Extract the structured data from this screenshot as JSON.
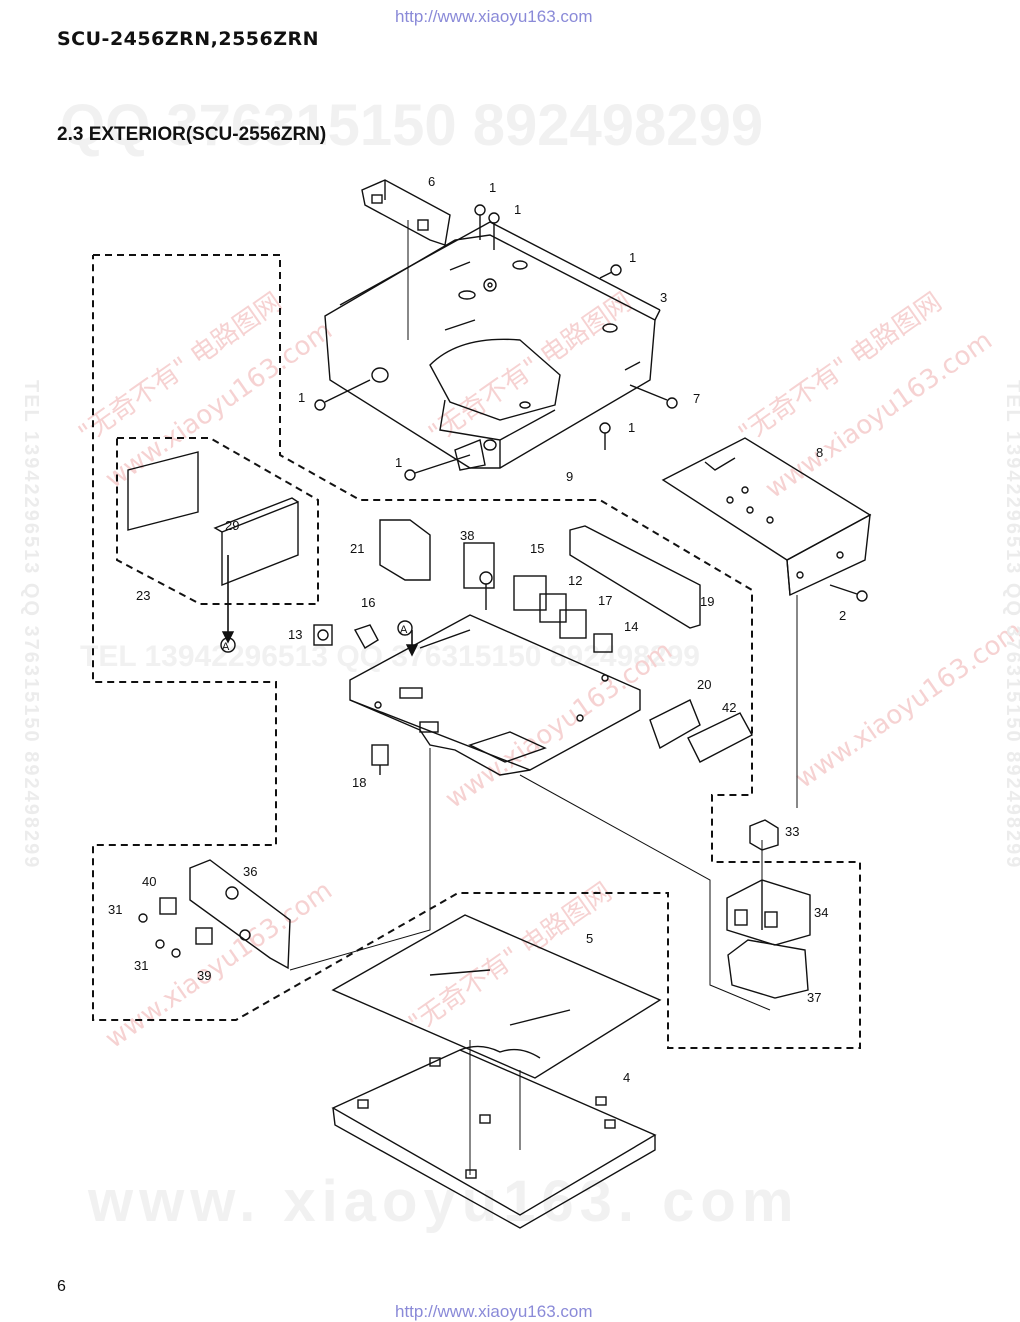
{
  "header": {
    "url_top": "http://www.xiaoyu163.com",
    "model": "SCU-2456ZRN,2556ZRN",
    "section_title": "2.3 EXTERIOR(SCU-2556ZRN)"
  },
  "footer": {
    "page_number": "6",
    "url_bottom": "http://www.xiaoyu163.com"
  },
  "watermarks": {
    "qq_line": "QQ 376315150   892498299",
    "tel_line": "TEL 13942296513   QQ 376315150   892498299",
    "site_line": "www. xiaoyu163. com",
    "red_cn": "\"无奇不有\" 电路图网",
    "red_url": "www.xiaoyu163.com",
    "side_text": "TEL 13942296513  QQ 376315150  892498299"
  },
  "diagram": {
    "part_labels": [
      "1",
      "1",
      "1",
      "1",
      "1",
      "1",
      "2",
      "3",
      "4",
      "5",
      "6",
      "7",
      "8",
      "9",
      "12",
      "13",
      "14",
      "15",
      "16",
      "17",
      "18",
      "19",
      "20",
      "21",
      "23",
      "29",
      "31",
      "31",
      "33",
      "34",
      "36",
      "37",
      "38",
      "39",
      "40",
      "42"
    ],
    "reference_marker": "A"
  }
}
